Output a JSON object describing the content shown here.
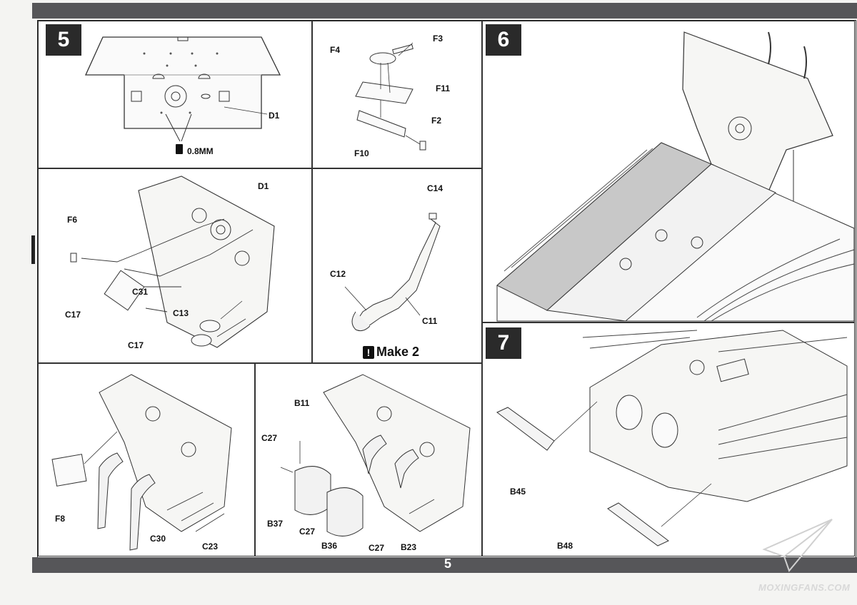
{
  "page_number": "5",
  "steps": {
    "s5": "5",
    "s6": "6",
    "s7": "7"
  },
  "panel_5a": {
    "parts": {
      "d1": "D1"
    },
    "drill_note": "0.8MM"
  },
  "panel_5b": {
    "parts": {
      "f3": "F3",
      "f4": "F4",
      "f11": "F11",
      "f2": "F2",
      "f10": "F10"
    }
  },
  "panel_5c": {
    "parts": {
      "d1": "D1",
      "f6": "F6",
      "c31": "C31",
      "c17a": "C17",
      "c17b": "C17",
      "c13": "C13"
    }
  },
  "panel_5d": {
    "parts": {
      "c14": "C14",
      "c12": "C12",
      "c11": "C11"
    },
    "note": "Make 2"
  },
  "panel_5e": {
    "parts": {
      "f8": "F8",
      "c30": "C30",
      "c23": "C23"
    }
  },
  "panel_5f": {
    "parts": {
      "b11": "B11",
      "c27a": "C27",
      "b37": "B37",
      "c27b": "C27",
      "b36": "B36",
      "c27c": "C27",
      "b23": "B23"
    }
  },
  "panel_7": {
    "parts": {
      "b45": "B45",
      "b48": "B48"
    }
  },
  "watermark": "MOXINGFANS.COM"
}
